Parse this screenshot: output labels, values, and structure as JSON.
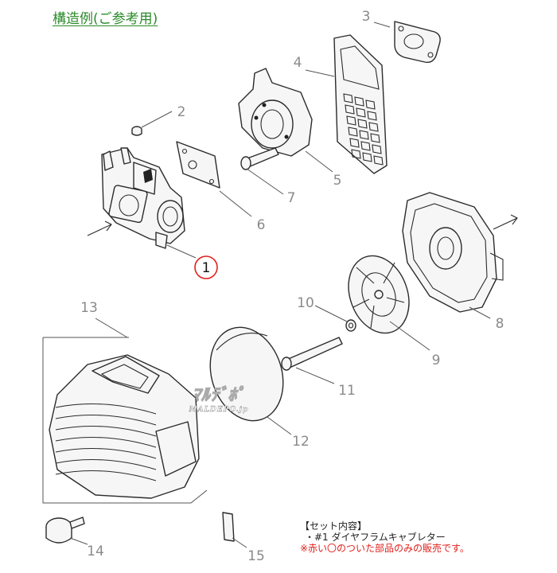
{
  "title": "構造例(ご参考用)",
  "parts": [
    {
      "number": "1",
      "highlighted": true
    },
    {
      "number": "2"
    },
    {
      "number": "3"
    },
    {
      "number": "4"
    },
    {
      "number": "5"
    },
    {
      "number": "6"
    },
    {
      "number": "7"
    },
    {
      "number": "8"
    },
    {
      "number": "9"
    },
    {
      "number": "10"
    },
    {
      "number": "11"
    },
    {
      "number": "12"
    },
    {
      "number": "13"
    },
    {
      "number": "14"
    },
    {
      "number": "15"
    }
  ],
  "watermark": {
    "top": "ﾏﾙﾃﾞﾎﾟ",
    "bottom": "MALDEPO.jp"
  },
  "note": {
    "heading": "【セット内容】",
    "item": "・#1 ダイヤフラムキャブレター",
    "warning": "※赤い〇のついた部品のみの販売です。"
  },
  "colors": {
    "title": "#2a8a2a",
    "highlight": "#e0201c",
    "numbers": "#8a8a8a"
  }
}
